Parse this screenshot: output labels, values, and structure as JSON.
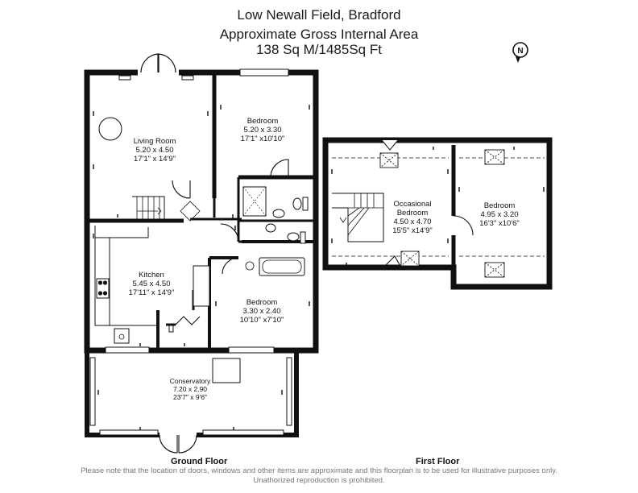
{
  "header": {
    "line1": "Low Newall Field, Bradford",
    "line2": "Approximate Gross Internal Area",
    "line3": "138 Sq M/1485Sq Ft"
  },
  "compass": {
    "label": "N"
  },
  "rooms": {
    "living_room": {
      "name": "Living Room",
      "metric": "5.20 x 4.50",
      "imperial": "17'1\" x 14'9\""
    },
    "bedroom_gf_1": {
      "name": "Bedroom",
      "metric": "5.20 x 3.30",
      "imperial": "17'1\" x10'10\""
    },
    "kitchen": {
      "name": "Kitchen",
      "metric": "5.45 x 4.50",
      "imperial": "17'11\" x 14'9\""
    },
    "bedroom_gf_2": {
      "name": "Bedroom",
      "metric": "3.30 x 2.40",
      "imperial": "10'10\" x7'10\""
    },
    "conservatory": {
      "name": "Conservatory",
      "metric": "7.20 x 2.90",
      "imperial": "23'7\" x 9'6\""
    },
    "occasional_bedroom": {
      "name1": "Occasional",
      "name2": "Bedroom",
      "metric": "4.50 x 4.70",
      "imperial": "15'5\" x14'9\""
    },
    "bedroom_ff": {
      "name": "Bedroom",
      "metric": "4.95 x 3.20",
      "imperial": "16'3\" x10'6\""
    }
  },
  "floors": {
    "ground": "Ground Floor",
    "first": "First Floor"
  },
  "disclaimer": "Please note that the location of doors, windows and other items are approximate and this floorplan is to be used for illustrative purposes only. Unathorized reproduction is prohibited."
}
